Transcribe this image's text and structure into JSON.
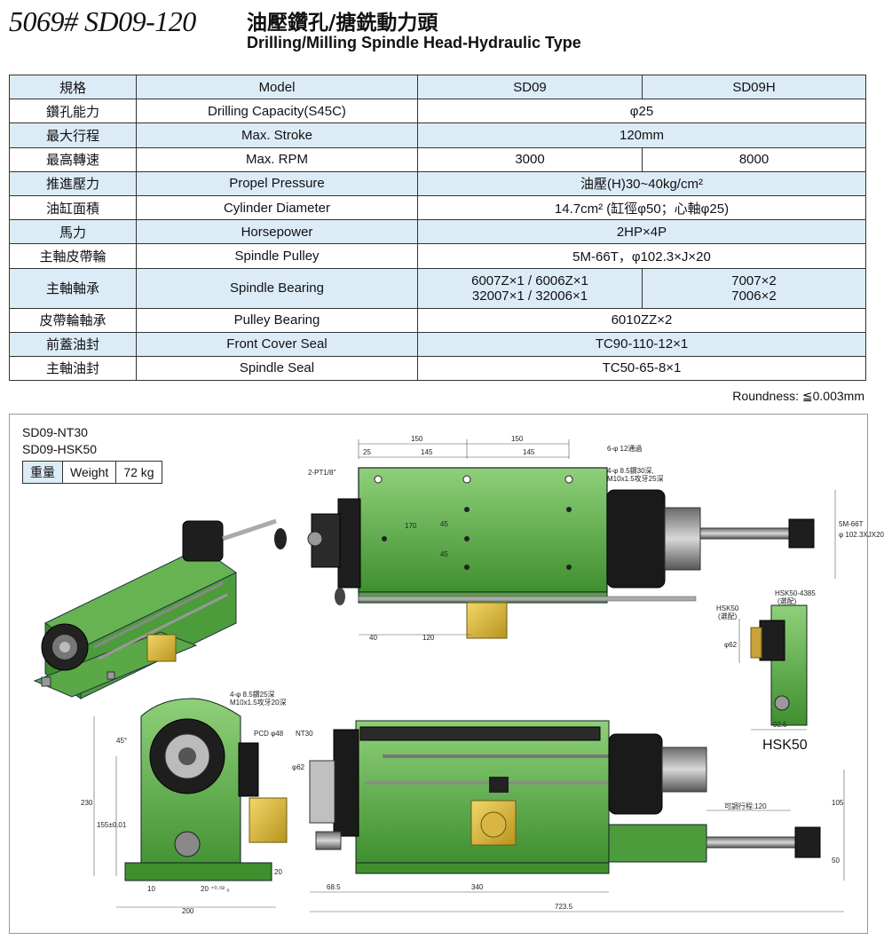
{
  "header": {
    "model": "5069# SD09-120",
    "title_zh": "油壓鑽孔/搪銑動力頭",
    "title_en": "Drilling/Milling Spindle Head-Hydraulic Type"
  },
  "spec_table": {
    "header": {
      "zh": "規格",
      "en": "Model",
      "col_a": "SD09",
      "col_b": "SD09H"
    },
    "rows": [
      {
        "zh": "鑽孔能力",
        "en": "Drilling Capacity(S45C)",
        "value": "φ25"
      },
      {
        "zh": "最大行程",
        "en": "Max. Stroke",
        "value": "120mm"
      },
      {
        "zh": "最高轉速",
        "en": "Max. RPM",
        "a": "3000",
        "b": "8000"
      },
      {
        "zh": "推進壓力",
        "en": "Propel Pressure",
        "value": "油壓(H)30~40kg/cm²"
      },
      {
        "zh": "油缸面積",
        "en": "Cylinder Diameter",
        "value": "14.7cm² (缸徑φ50；心軸φ25)"
      },
      {
        "zh": "馬力",
        "en": "Horsepower",
        "value": "2HP×4P"
      },
      {
        "zh": "主軸皮帶輪",
        "en": "Spindle Pulley",
        "value": "5M-66T，φ102.3×J×20"
      },
      {
        "zh": "主軸軸承",
        "en": "Spindle Bearing",
        "a1": "6007Z×1 / 6006Z×1",
        "a2": "32007×1 / 32006×1",
        "b1": "7007×2",
        "b2": "7006×2"
      },
      {
        "zh": "皮帶輪軸承",
        "en": "Pulley Bearing",
        "value": "6010ZZ×2"
      },
      {
        "zh": "前蓋油封",
        "en": "Front Cover Seal",
        "value": "TC90-110-12×1"
      },
      {
        "zh": "主軸油封",
        "en": "Spindle Seal",
        "value": "TC50-65-8×1"
      }
    ],
    "roundness": "Roundness: ≦0.003mm"
  },
  "drawing": {
    "variant_1": "SD09-NT30",
    "variant_2": "SD09-HSK50",
    "weight": {
      "zh": "重量",
      "en": "Weight",
      "value": "72 kg"
    },
    "hsk_label": "HSK50",
    "dims": {
      "d150a": "150",
      "d150b": "150",
      "d25": "25",
      "d145a": "145",
      "d145b": "145",
      "holes_top": "6-φ 12通過",
      "holes_tap1": "4-φ 8.5鑽30深,",
      "holes_tap2": "M10x1.5攻牙25深",
      "pt": "2-PT1/8\"",
      "d170": "170",
      "d45a": "45",
      "d45b": "45",
      "d40": "40",
      "d120": "120",
      "pulley1": "5M-66T",
      "pulley2": "φ 102.3XJX20",
      "hsk4385": "HSK50-4385",
      "hsk4385_opt": "(選配)",
      "hsk50_small": "HSK50",
      "hsk50_opt": "(選配)",
      "d62a": "φ62",
      "d92_5": "92.5",
      "front_tap1": "4-φ 8.5鑽25深",
      "front_tap2": "M10x1.5攻牙20深",
      "pcd": "PCD φ48",
      "nt30": "NT30",
      "d62b": "φ62",
      "d45deg": "45°",
      "d230": "230",
      "d155": "155±0.01",
      "d10": "10",
      "d20tol": "20 ⁺⁰·⁰² ₀",
      "d20": "20",
      "d200": "200",
      "stroke": "可調行程:120",
      "d105": "105",
      "d50": "50",
      "d68_5": "68.5",
      "d340": "340",
      "d723_5": "723.5"
    }
  }
}
